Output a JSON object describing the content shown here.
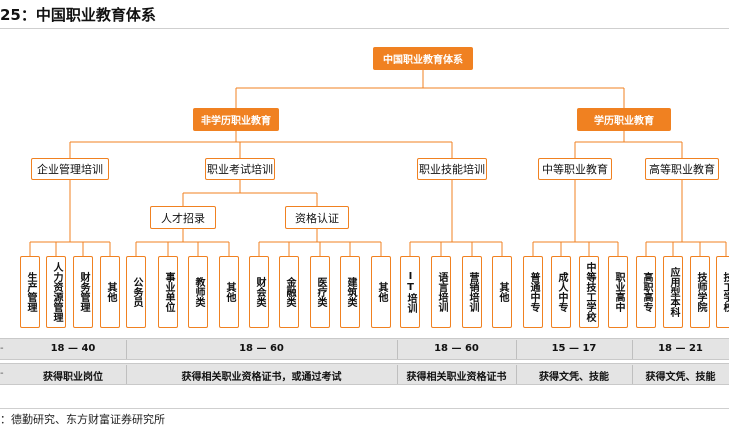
{
  "title": "25：中国职业教育体系",
  "root": "中国职业教育体系",
  "level1": {
    "left": "非学历职业教育",
    "right": "学历职业教育"
  },
  "level2": [
    "企业管理培训",
    "职业考试培训",
    "职业技能培训",
    "中等职业教育",
    "高等职业教育"
  ],
  "level3": [
    "人才招录",
    "资格认证"
  ],
  "leaves": [
    "生产管理",
    "人力资源管理",
    "财务管理",
    "其他",
    "公务员",
    "事业单位",
    "教师类",
    "其他",
    "财会类",
    "金融类",
    "医疗类",
    "建筑类",
    "其他",
    "IT培训",
    "语言培训",
    "营销培训",
    "其他",
    "普通中专",
    "成人中专",
    "中等技工学校",
    "职业高中",
    "高职高专",
    "应用型本科",
    "技师学院",
    "技工学校"
  ],
  "age_row": [
    "18 — 40",
    "18 — 60",
    "18 — 60",
    "15 — 17",
    "18 — 21"
  ],
  "outcome_row": [
    "获得职业岗位",
    "获得相关职业资格证书，或通过考试",
    "获得相关职业资格证书",
    "获得文凭、技能",
    "获得文凭、技能"
  ],
  "source": "：德勤研究、东方财富证券研究所",
  "colors": {
    "accent": "#f08121",
    "band": "#e4e4e4"
  }
}
